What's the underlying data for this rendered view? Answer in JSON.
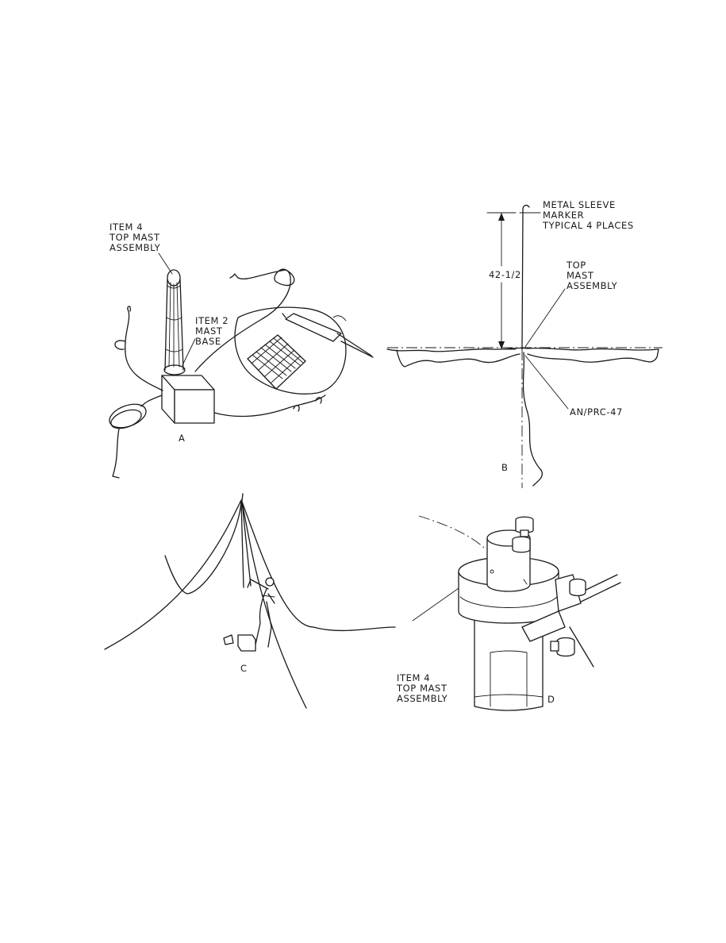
{
  "panel_a": {
    "letter": "A",
    "callout_top_mast": [
      "ITEM 4",
      "TOP MAST",
      "ASSEMBLY"
    ],
    "callout_mast_base": [
      "ITEM 2",
      "MAST",
      "BASE"
    ]
  },
  "panel_b": {
    "letter": "B",
    "callout_sleeve": [
      "METAL SLEEVE",
      "MARKER",
      "TYPICAL 4 PLACES"
    ],
    "dimension": "42-1/2'",
    "callout_top_mast": [
      "TOP",
      "MAST",
      "ASSEMBLY"
    ],
    "callout_radio": "AN/PRC-47"
  },
  "panel_c": {
    "letter": "C"
  },
  "panel_d": {
    "letter": "D",
    "callout_top_mast": [
      "ITEM 4",
      "TOP MAST",
      "ASSEMBLY"
    ]
  }
}
